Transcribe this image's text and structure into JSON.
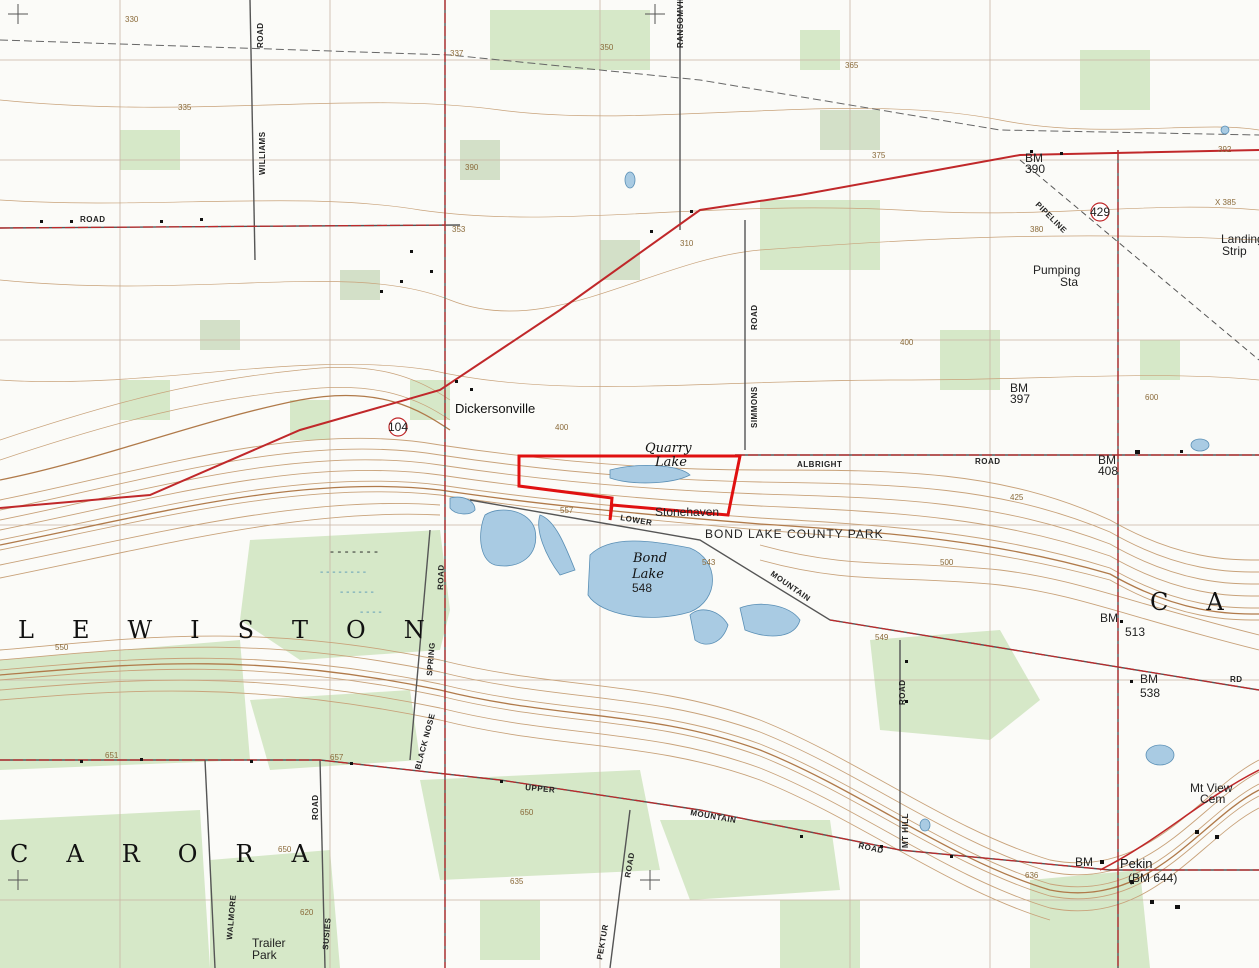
{
  "map": {
    "places": {
      "dickersonville": "Dickersonville",
      "stonehaven": "Stonehaven",
      "pekin": "Pekin",
      "pekin_bm": "(BM 644)",
      "mt_view_cem_1": "Mt View",
      "mt_view_cem_2": "Cem",
      "pumping_1": "Pumping",
      "pumping_2": "Sta",
      "landing_1": "Landing",
      "landing_2": "Strip",
      "trailer_1": "Trailer",
      "trailer_2": "Park",
      "bond_park": "BOND LAKE COUNTY PARK"
    },
    "regions": {
      "lewiston": "LEWISTON",
      "carora": "CARORA",
      "cambr": "CAMBR"
    },
    "water": {
      "bond_1": "Bond",
      "bond_2": "Lake",
      "bond_elev": "548",
      "quarry_1": "Quarry",
      "quarry_2": "Lake"
    },
    "roads": {
      "ransomville": "RANSOMVILLE",
      "road_top": "ROAD",
      "williams": "WILLIAMS",
      "road_left": "ROAD",
      "simmons": "SIMMONS",
      "road_simmons": "ROAD",
      "albright": "ALBRIGHT",
      "road_albright": "ROAD",
      "pipeline": "PIPELINE",
      "lower": "LOWER",
      "mountain_1": "MOUNTAIN",
      "upper": "UPPER",
      "mountain_2": "MOUNTAIN",
      "road_upper": "ROAD",
      "black_nose": "BLACK  NOSE",
      "spring": "SPRING",
      "road_spring": "ROAD",
      "road_hill": "ROAD",
      "mt_hill": "MT HILL",
      "road_bottom": "ROAD",
      "road_right": "RD",
      "walmore": "WALMORE",
      "susies": "SUSIES",
      "road_bottom_left": "ROAD",
      "mapleton": "PEKTUR",
      "road_mapleton": "ROAD"
    },
    "routes": {
      "r104": "104",
      "r429": "429"
    },
    "benchmarks": {
      "bm390": "BM\n390",
      "bm390_a": "BM",
      "bm390_b": "390",
      "bm397_a": "BM",
      "bm397_b": "397",
      "bm408_a": "BM",
      "bm408_b": "408",
      "bm513_a": "BM",
      "bm513_b": "513",
      "bm538_a": "BM",
      "bm538_b": "538",
      "bm_pekin": "BM"
    },
    "elevations": {
      "e337": "337",
      "e353": "353",
      "e392": "392",
      "e385": "X 385",
      "e310": "310",
      "e330": "330",
      "e335": "335",
      "e350": "350",
      "e365": "365",
      "e375": "375",
      "e390": "390",
      "e400": "400",
      "e425": "425",
      "e500": "500",
      "e549": "549",
      "e557": "557",
      "e543": "543",
      "e651": "651",
      "e650": "650",
      "e650b": "650",
      "e657": "657",
      "e636": "636",
      "e635": "635",
      "e620": "620",
      "e600": "600",
      "e550": "550",
      "e380": "380",
      "e400b": "400"
    },
    "colors": {
      "contour": "#c8a27a",
      "contour_index": "#b07a4a",
      "road_red": "#c0282a",
      "road_gray": "#555555",
      "water": "#a9cbe3",
      "woods": "#d3e6c5",
      "highlight": "#e01010"
    }
  }
}
